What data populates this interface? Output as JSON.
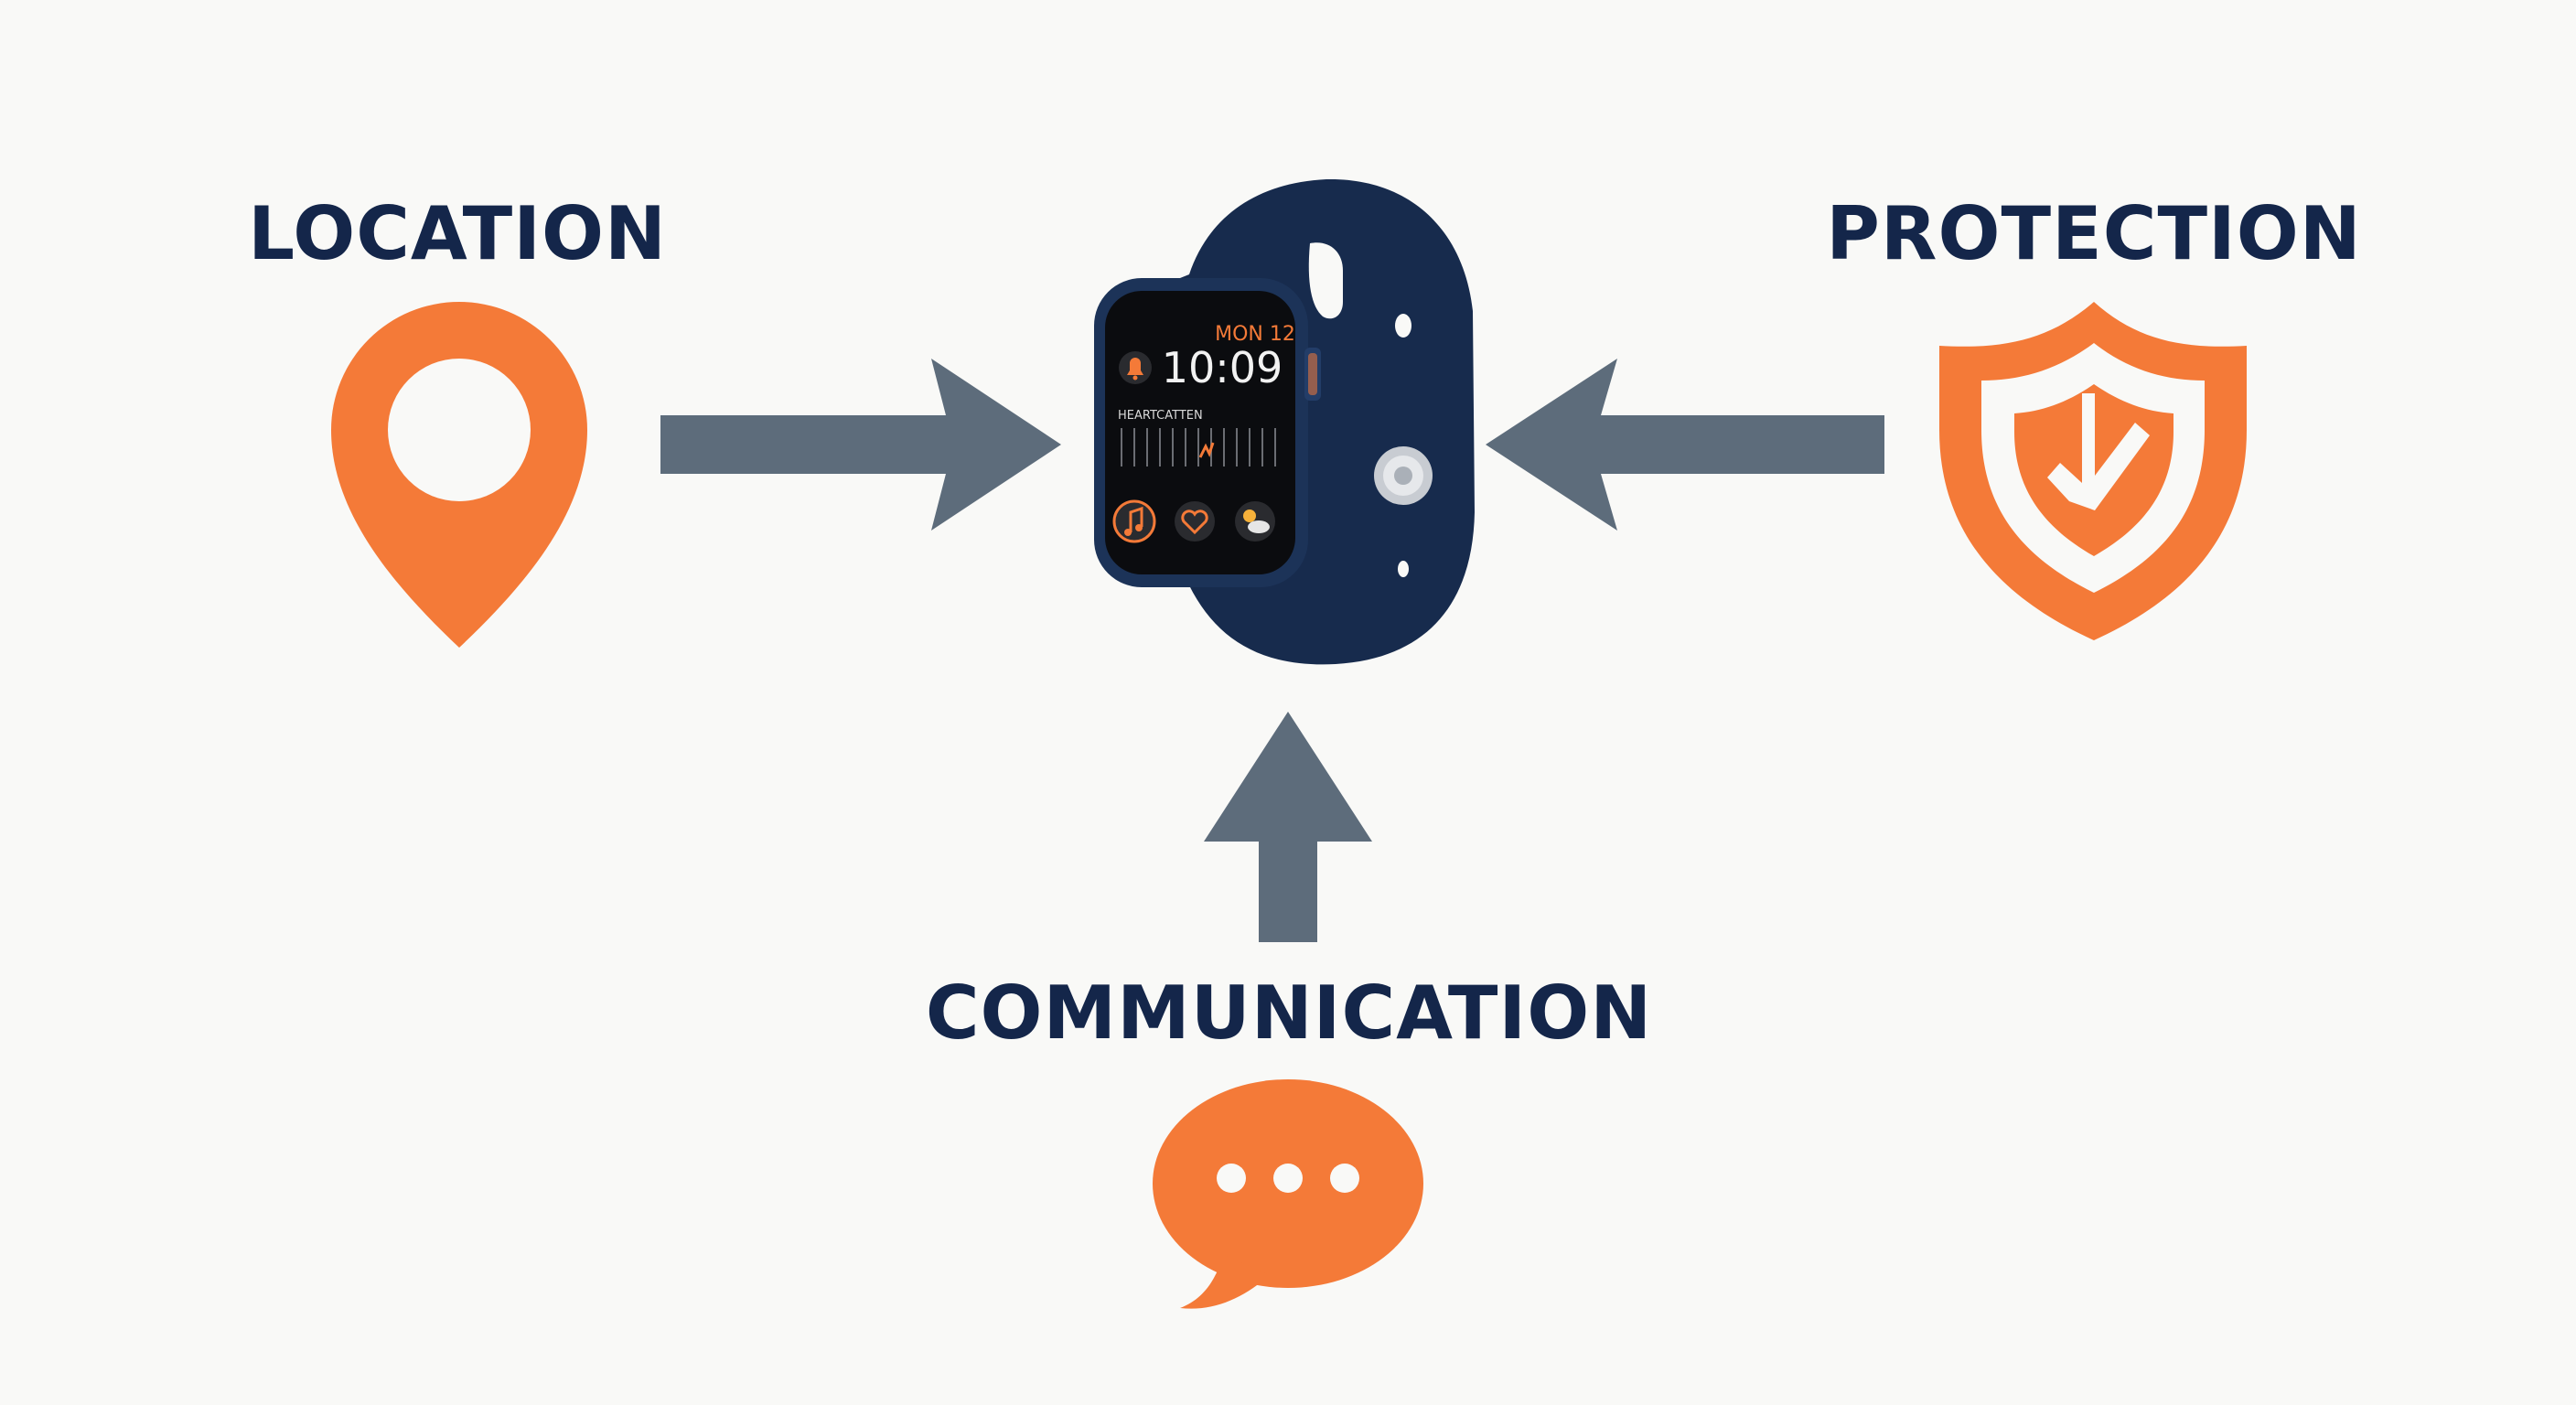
{
  "features": {
    "location": {
      "label": "LOCATION",
      "icon": "map-pin-icon"
    },
    "protection": {
      "label": "PROTECTION",
      "icon": "shield-check-icon"
    },
    "communication": {
      "label": "COMMUNICATION",
      "icon": "chat-bubble-icon"
    }
  },
  "watch": {
    "date": "MON 12",
    "time": "10:09",
    "widget_label": "HEARTCATTEN",
    "complications": [
      "music-note-icon",
      "heart-icon",
      "weather-icon"
    ],
    "alert_icon": "bell-icon"
  },
  "colors": {
    "accent_orange": "#f47a38",
    "navy_text": "#14264a",
    "arrow_slate": "#5d6c7b",
    "watch_band": "#172b4d",
    "background": "#f9f9f7"
  }
}
